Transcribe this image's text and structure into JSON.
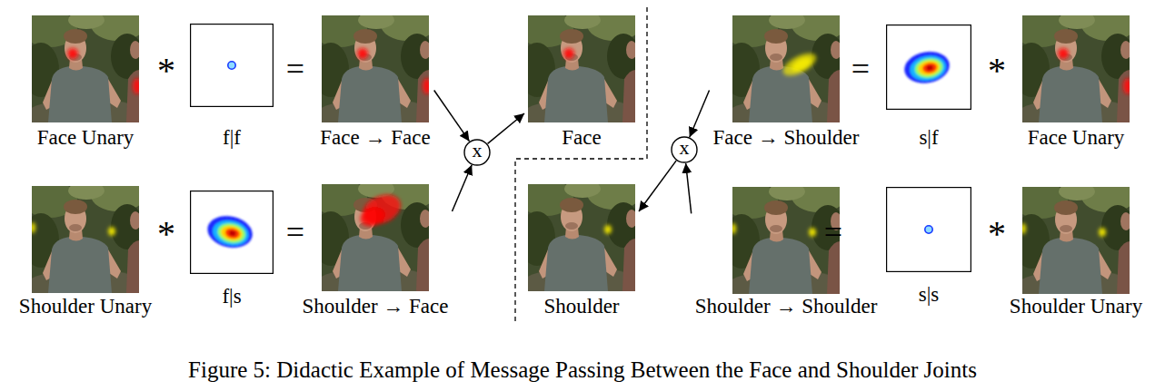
{
  "diagram": {
    "caption": "Figure 5: Didactic Example of Message Passing Between the Face and Shoulder Joints",
    "nodes": [
      {
        "text": [
          "Face Unary"
        ]
      },
      {
        "text": [
          "f|f"
        ]
      },
      {
        "text": [
          "Face → Face"
        ]
      },
      {
        "text": [
          "Face"
        ]
      },
      {
        "text": [
          "Face → Shoulder"
        ]
      },
      {
        "text": [
          "s|f"
        ]
      },
      {
        "text": [
          "Face Unary"
        ]
      },
      {
        "text": [
          "x"
        ]
      },
      {
        "text": [
          "x"
        ]
      },
      {
        "text": [
          "Shoulder Unary"
        ]
      },
      {
        "text": [
          "f|s"
        ]
      },
      {
        "text": [
          "Shoulder → Face"
        ]
      },
      {
        "text": [
          "Shoulder"
        ]
      },
      {
        "text": [
          "Shoulder → Shoulder"
        ]
      },
      {
        "text": [
          "s|s"
        ]
      },
      {
        "text": [
          "Shoulder Unary"
        ]
      }
    ],
    "edges": [
      {
        "from": 2,
        "to": 7,
        "arrow": "to"
      },
      {
        "from": 11,
        "to": 7,
        "arrow": "to"
      },
      {
        "from": 7,
        "to": 3,
        "arrow": "to"
      },
      {
        "from": 4,
        "to": 8,
        "arrow": "to"
      },
      {
        "from": 13,
        "to": 8,
        "arrow": "to"
      },
      {
        "from": 8,
        "to": 12,
        "arrow": "to"
      }
    ],
    "labels": [
      "*",
      "=",
      "=",
      "*",
      "*",
      "=",
      "=",
      "*"
    ]
  }
}
